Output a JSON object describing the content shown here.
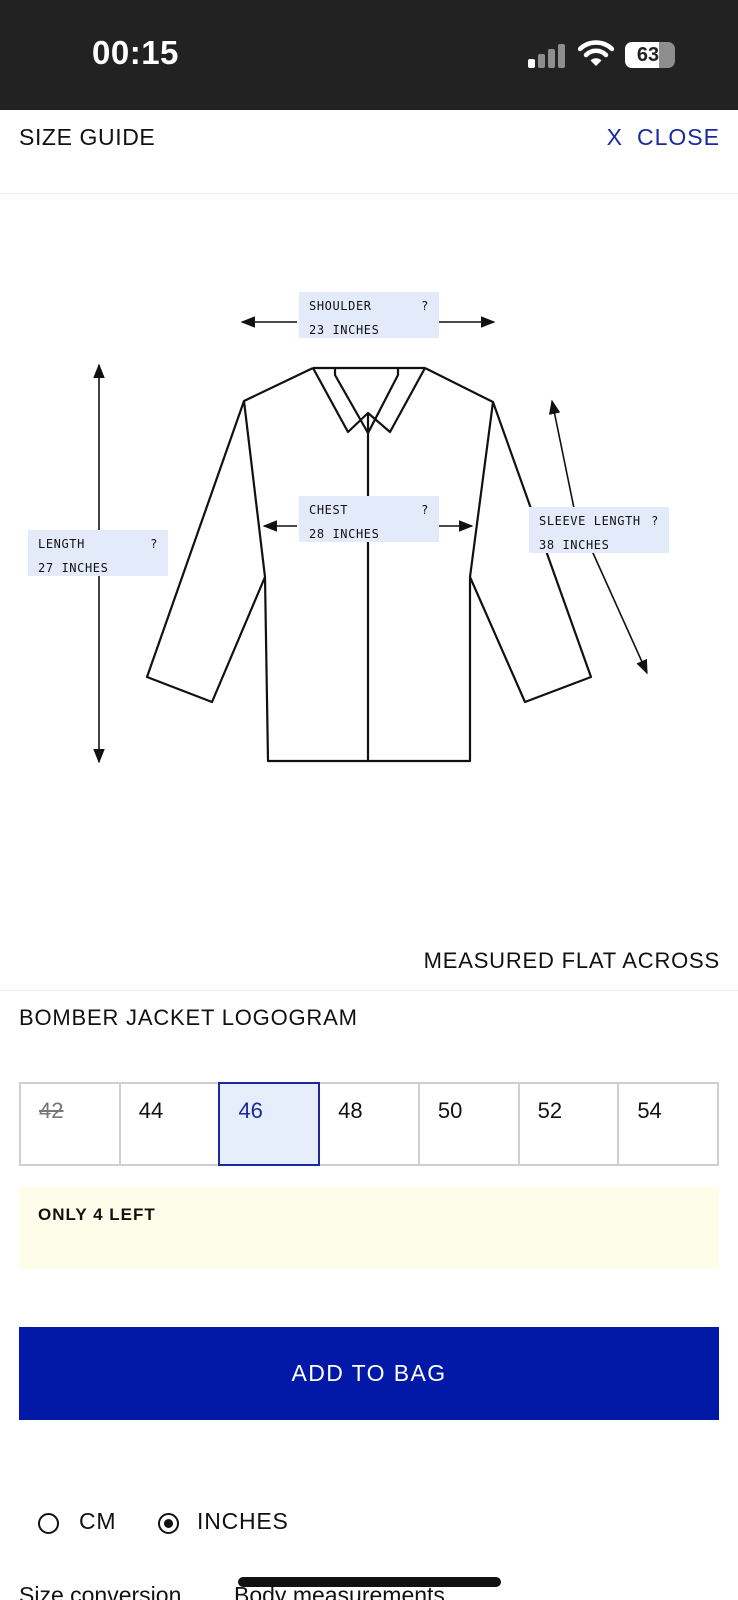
{
  "status_bar": {
    "time": "00:15",
    "battery": "63"
  },
  "header": {
    "title": "SIZE GUIDE",
    "close_icon": "X",
    "close_label": "CLOSE"
  },
  "diagram": {
    "shoulder": {
      "label": "SHOULDER",
      "help": "?",
      "value": "23 INCHES"
    },
    "chest": {
      "label": "CHEST",
      "help": "?",
      "value": "28 INCHES"
    },
    "length": {
      "label": "LENGTH",
      "help": "?",
      "value": "27 INCHES"
    },
    "sleeve": {
      "label": "SLEEVE LENGTH",
      "help": "?",
      "value": "38 INCHES"
    }
  },
  "note": "MEASURED FLAT ACROSS",
  "product": {
    "name": "BOMBER JACKET LOGOGRAM"
  },
  "sizes": [
    {
      "label": "42",
      "state": "unavailable"
    },
    {
      "label": "44",
      "state": "available"
    },
    {
      "label": "46",
      "state": "selected"
    },
    {
      "label": "48",
      "state": "available"
    },
    {
      "label": "50",
      "state": "available"
    },
    {
      "label": "52",
      "state": "available"
    },
    {
      "label": "54",
      "state": "available"
    }
  ],
  "stock": "ONLY 4 LEFT",
  "cta": {
    "add_to_bag": "ADD TO BAG"
  },
  "units": {
    "cm": {
      "label": "CM",
      "checked": false
    },
    "inches": {
      "label": "INCHES",
      "checked": true
    }
  },
  "tabs": [
    "Size conversion",
    "Body measurements"
  ],
  "colors": {
    "accent": "#0219a8",
    "label_bg": "#e3ebfb",
    "stock_bg": "#fefde9",
    "selected_bg": "#e6eefc"
  }
}
